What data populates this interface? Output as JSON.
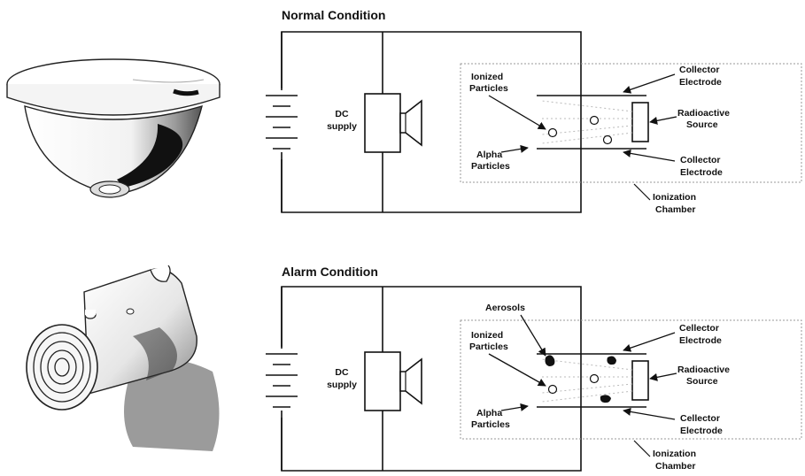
{
  "normal": {
    "title": "Normal Condition",
    "dc_label": [
      "DC",
      "supply"
    ],
    "ionized_label": [
      "Ionized",
      "Particles"
    ],
    "alpha_label": [
      "Alpha",
      "Particles"
    ],
    "collector_top": [
      "Collector",
      "Electrode"
    ],
    "radioactive": [
      "Radioactive",
      "Source"
    ],
    "collector_bottom": [
      "Collector",
      "Electrode"
    ],
    "chamber": [
      "Ionization",
      "Chamber"
    ]
  },
  "alarm": {
    "title": "Alarm Condition",
    "aerosols": "Aerosols",
    "dc_label": [
      "DC",
      "supply"
    ],
    "ionized_label": [
      "Ionized",
      "Particles"
    ],
    "alpha_label": [
      "Alpha",
      "Particles"
    ],
    "collector_top": [
      "Cellector",
      "Electrode"
    ],
    "radioactive": [
      "Radioactive",
      "Source"
    ],
    "collector_bottom": [
      "Cellector",
      "Electrode"
    ],
    "chamber": [
      "Ionization",
      "Chamber"
    ]
  }
}
